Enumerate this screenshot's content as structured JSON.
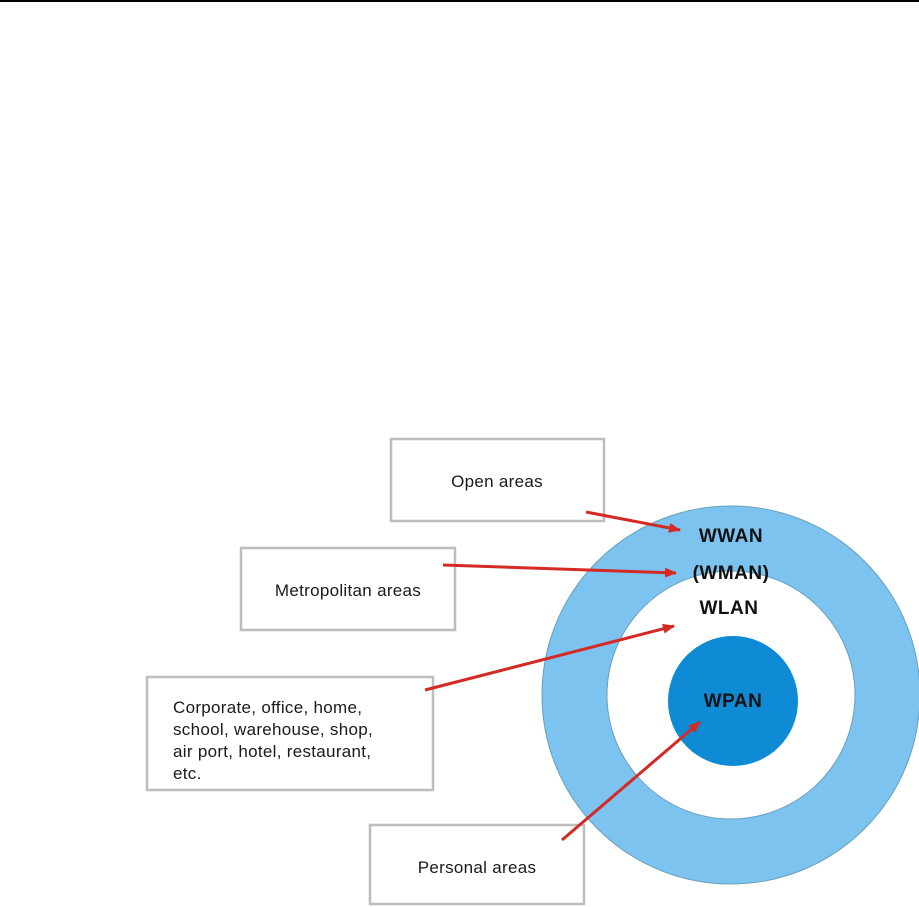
{
  "zones": {
    "wwan": "WWAN",
    "wman": "(WMAN)",
    "wlan": "WLAN",
    "wpan": "WPAN"
  },
  "boxes": {
    "open": "Open areas",
    "metro": "Metropolitan areas",
    "corporate": [
      "Corporate, office, home,",
      "school, warehouse, shop,",
      "air port, hotel, restaurant,",
      "etc."
    ],
    "personal": "Personal areas"
  },
  "colors": {
    "outer_ring": "#7cc3ef",
    "inner_circle": "#0f8ad4",
    "arrow": "#d42a25",
    "box_border": "#bdbdbd"
  }
}
